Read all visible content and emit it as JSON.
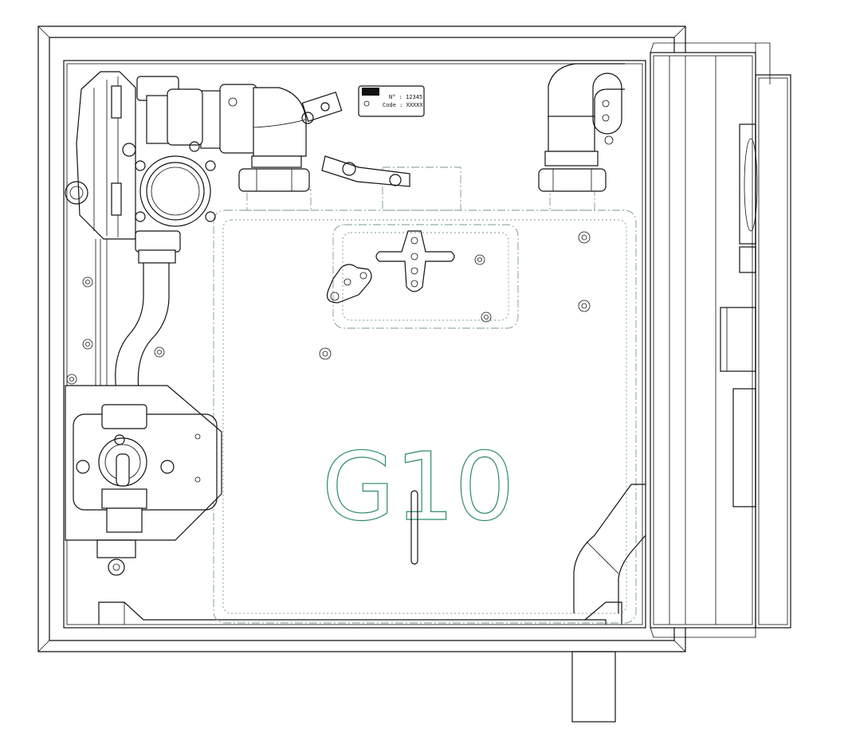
{
  "plate": {
    "number_line": "N° : 12345",
    "code_line": "Code : XXXXX"
  },
  "meter_label": "G10",
  "colors": {
    "line": "#111111",
    "hidden_outline": "#7a9a8e",
    "meter_label": "#2e8a6a",
    "background": "#ffffff"
  }
}
